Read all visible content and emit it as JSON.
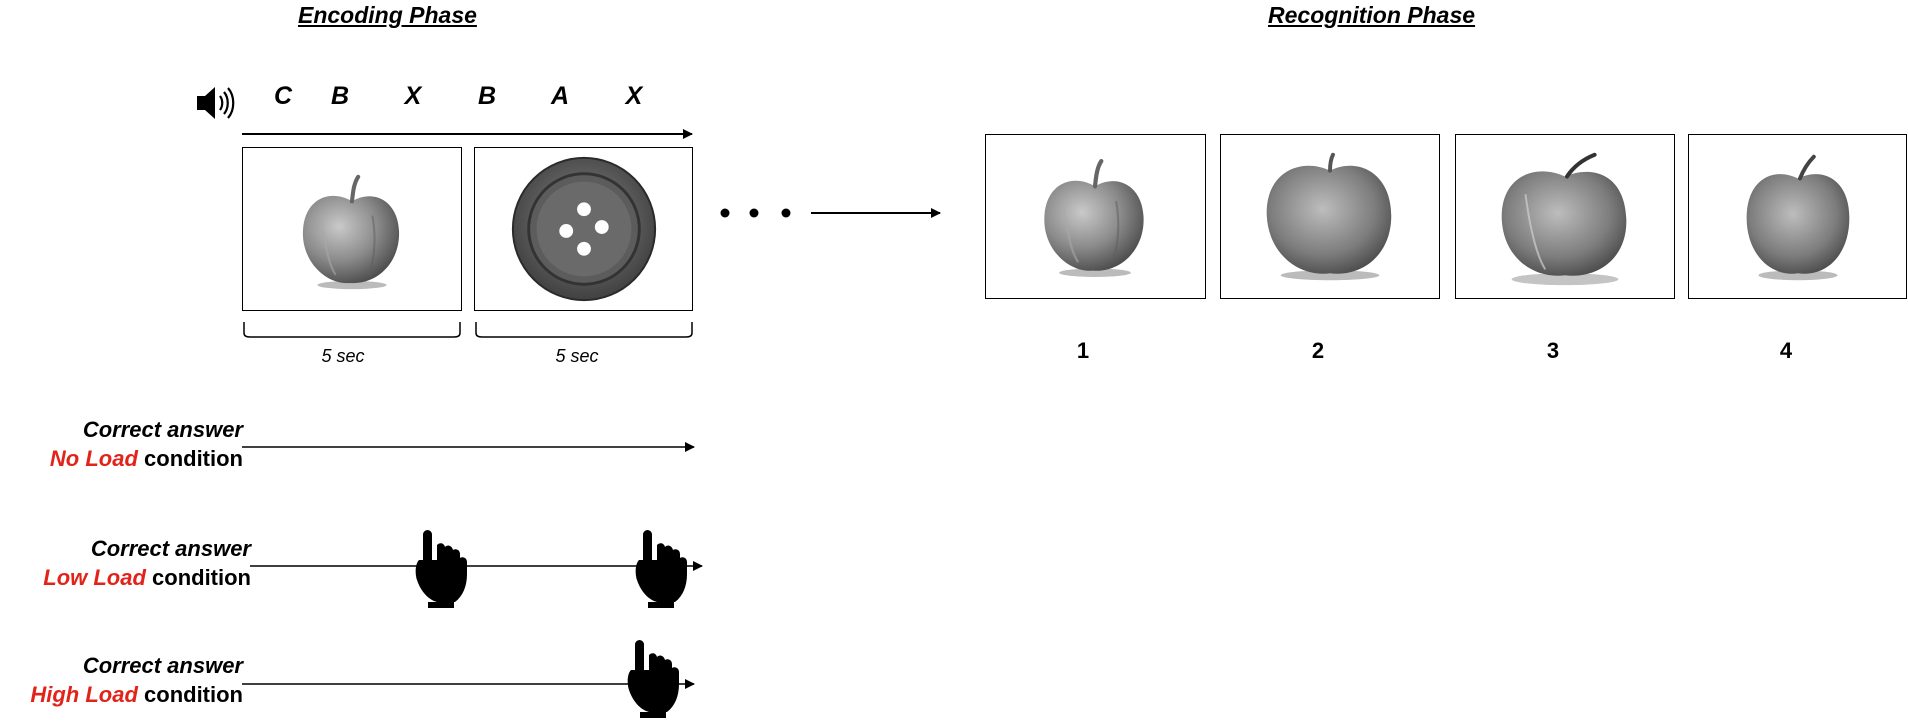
{
  "encoding": {
    "title": "Encoding Phase",
    "letters": [
      "C",
      "B",
      "X",
      "B",
      "A",
      "X"
    ],
    "icons": {
      "audio": "speaker-icon",
      "pointer": "pointing-hand-icon"
    },
    "durations": [
      "5 sec",
      "5 sec"
    ],
    "stimuli": [
      "apple",
      "button"
    ]
  },
  "recognition": {
    "title": "Recognition Phase",
    "options": [
      "1",
      "2",
      "3",
      "4"
    ]
  },
  "conditions": [
    {
      "line1": "Correct answer",
      "load": "No Load",
      "suffix": " condition",
      "presses": 0
    },
    {
      "line1": "Correct answer",
      "load": "Low Load",
      "suffix": " condition",
      "presses": 2
    },
    {
      "line1": "Correct answer",
      "load": "High Load",
      "suffix": " condition",
      "presses": 1
    }
  ],
  "colors": {
    "accent": "#e2231a",
    "text": "#000000"
  }
}
